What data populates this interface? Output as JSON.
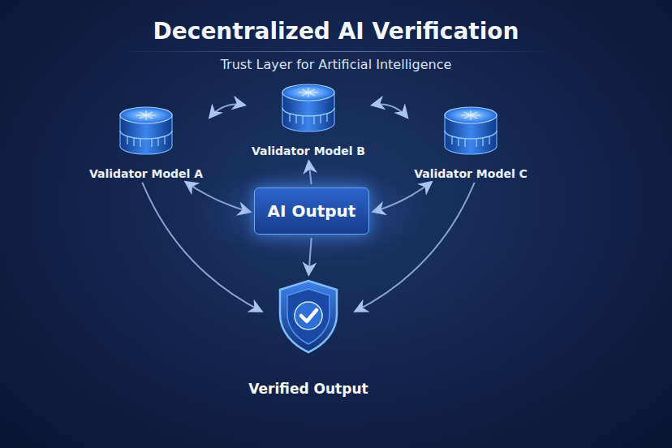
{
  "diagram": {
    "title": "Decentralized AI Verification",
    "nodes": [
      {
        "text": [
          "Validator Model A"
        ]
      },
      {
        "text": [
          "Validator Model B"
        ]
      },
      {
        "text": [
          "Validator Model C"
        ]
      },
      {
        "text": [
          "AI Output"
        ]
      },
      {
        "text": [
          "Verified Output"
        ]
      }
    ],
    "edges": [
      {
        "from": 0,
        "to": 1,
        "arrow": "both"
      },
      {
        "from": 1,
        "to": 2,
        "arrow": "both"
      },
      {
        "from": 3,
        "to": 1,
        "arrow": "to"
      },
      {
        "from": 0,
        "to": 3,
        "arrow": "both"
      },
      {
        "from": 2,
        "to": 3,
        "arrow": "both"
      },
      {
        "from": 3,
        "to": 4,
        "arrow": "to"
      },
      {
        "from": 0,
        "to": 4,
        "arrow": "to"
      },
      {
        "from": 2,
        "to": 4,
        "arrow": "to"
      }
    ],
    "labels": [
      "Trust Layer for Artificial Intelligence"
    ]
  }
}
